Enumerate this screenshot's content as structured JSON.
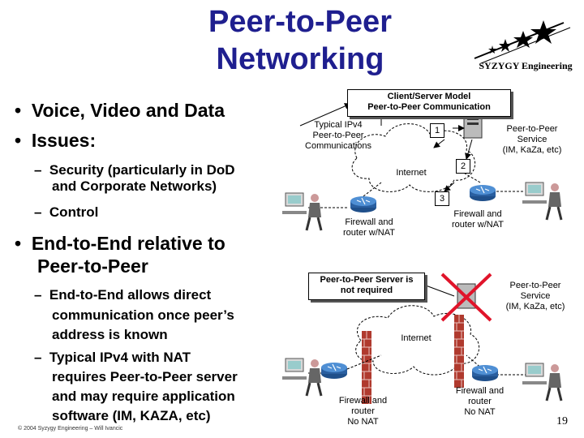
{
  "title_line1": "Peer-to-Peer",
  "title_line2": "Networking",
  "logo_text": "SYZYGY Engineering",
  "bullets": {
    "b1": "Voice, Video and Data",
    "b2": "Issues:",
    "b2_sub1_line1": "Security (particularly in DoD",
    "b2_sub1_line2": "and Corporate Networks)",
    "b2_sub2": "Control",
    "b3_line1": "End-to-End relative to",
    "b3_line2": "Peer-to-Peer",
    "b3_sub1_l1": "End-to-End allows direct",
    "b3_sub1_l2": "communication once peer’s",
    "b3_sub1_l3": "address is known",
    "b3_sub2_l1": "Typical IPv4 with NAT",
    "b3_sub2_l2": "requires Peer-to-Peer server",
    "b3_sub2_l3": "and may require application",
    "b3_sub2_l4": "software (IM, KAZA, etc)"
  },
  "top_diagram": {
    "callout_l1": "Client/Server Model",
    "callout_l2": "Peer-to-Peer Communication",
    "typical_l1": "Typical IPv4",
    "typical_l2": "Peer-to-Peer",
    "typical_l3": "Communications",
    "service_l1": "Peer-to-Peer",
    "service_l2": "Service",
    "service_l3": "(IM, KaZa, etc)",
    "internet": "Internet",
    "n1": "1",
    "n2": "2",
    "n3": "3",
    "fw_left_l1": "Firewall and",
    "fw_left_l2": "router w/NAT",
    "fw_right_l1": "Firewall and",
    "fw_right_l2": "router w/NAT"
  },
  "bottom_diagram": {
    "callout_l1": "Peer-to-Peer Server is",
    "callout_l2": "not required",
    "service_l1": "Peer-to-Peer",
    "service_l2": "Service",
    "service_l3": "(IM, KaZa, etc)",
    "internet": "Internet",
    "fw_left_l1": "Firewall and",
    "fw_left_l2": "router",
    "fw_left_l3": "No NAT",
    "fw_right_l1": "Firewall and",
    "fw_right_l2": "router",
    "fw_right_l3": "No NAT"
  },
  "footer": "© 2004 Syzygy Engineering  –  Will Ivancic",
  "page_number": "19",
  "colors": {
    "title": "#1f1f8f",
    "router": "#3b79c4",
    "wall": "#c0392b",
    "cross": "#e0142a"
  }
}
